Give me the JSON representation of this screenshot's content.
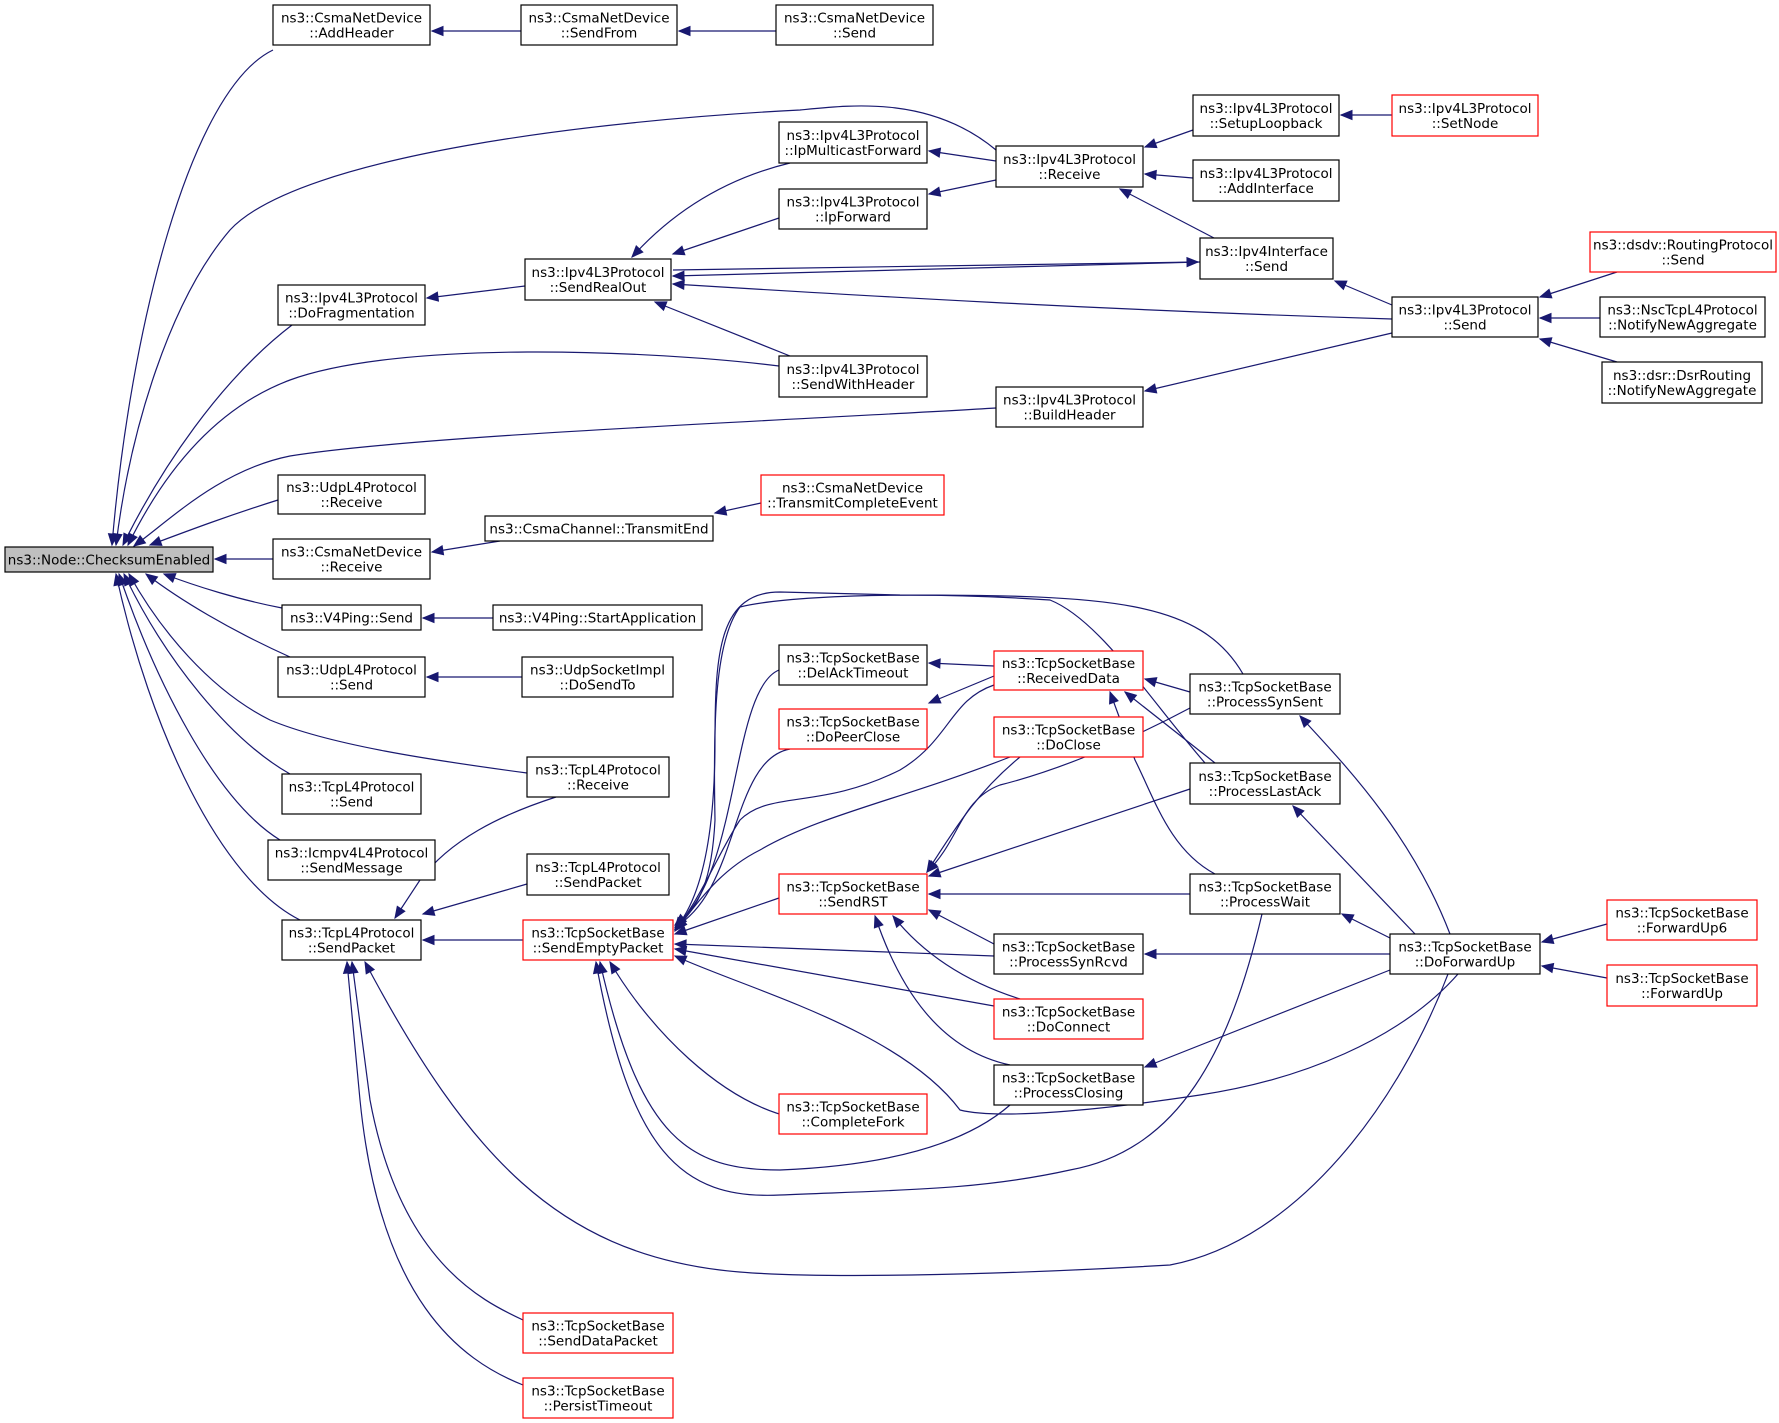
{
  "graph": {
    "nodes": [
      {
        "id": "root",
        "lines": [
          "ns3::Node::ChecksumEnabled"
        ],
        "kind": "root"
      },
      {
        "id": "csma_addheader",
        "lines": [
          "ns3::CsmaNetDevice",
          "::AddHeader"
        ],
        "kind": "normal"
      },
      {
        "id": "csma_sendfrom",
        "lines": [
          "ns3::CsmaNetDevice",
          "::SendFrom"
        ],
        "kind": "normal"
      },
      {
        "id": "csma_send",
        "lines": [
          "ns3::CsmaNetDevice",
          "::Send"
        ],
        "kind": "normal"
      },
      {
        "id": "ipv4_receive",
        "lines": [
          "ns3::Ipv4L3Protocol",
          "::Receive"
        ],
        "kind": "normal"
      },
      {
        "id": "ipv4_setuploopback",
        "lines": [
          "ns3::Ipv4L3Protocol",
          "::SetupLoopback"
        ],
        "kind": "normal"
      },
      {
        "id": "ipv4_setnode",
        "lines": [
          "ns3::Ipv4L3Protocol",
          "::SetNode"
        ],
        "kind": "truncated"
      },
      {
        "id": "ipv4_addinterface",
        "lines": [
          "ns3::Ipv4L3Protocol",
          "::AddInterface"
        ],
        "kind": "normal"
      },
      {
        "id": "ipv4_ipmulticastforward",
        "lines": [
          "ns3::Ipv4L3Protocol",
          "::IpMulticastForward"
        ],
        "kind": "normal"
      },
      {
        "id": "ipv4_ipforward",
        "lines": [
          "ns3::Ipv4L3Protocol",
          "::IpForward"
        ],
        "kind": "normal"
      },
      {
        "id": "ipv4_dofragmentation",
        "lines": [
          "ns3::Ipv4L3Protocol",
          "::DoFragmentation"
        ],
        "kind": "normal"
      },
      {
        "id": "ipv4_sendrealout",
        "lines": [
          "ns3::Ipv4L3Protocol",
          "::SendRealOut"
        ],
        "kind": "normal"
      },
      {
        "id": "ipv4if_send",
        "lines": [
          "ns3::Ipv4Interface",
          "::Send"
        ],
        "kind": "normal"
      },
      {
        "id": "ipv4_send",
        "lines": [
          "ns3::Ipv4L3Protocol",
          "::Send"
        ],
        "kind": "normal"
      },
      {
        "id": "dsdv_send",
        "lines": [
          "ns3::dsdv::RoutingProtocol",
          "::Send"
        ],
        "kind": "truncated"
      },
      {
        "id": "nsctcp_notify",
        "lines": [
          "ns3::NscTcpL4Protocol",
          "::NotifyNewAggregate"
        ],
        "kind": "normal"
      },
      {
        "id": "dsr_notify",
        "lines": [
          "ns3::dsr::DsrRouting",
          "::NotifyNewAggregate"
        ],
        "kind": "normal"
      },
      {
        "id": "ipv4_sendwithheader",
        "lines": [
          "ns3::Ipv4L3Protocol",
          "::SendWithHeader"
        ],
        "kind": "normal"
      },
      {
        "id": "ipv4_buildheader",
        "lines": [
          "ns3::Ipv4L3Protocol",
          "::BuildHeader"
        ],
        "kind": "normal"
      },
      {
        "id": "udp_receive",
        "lines": [
          "ns3::UdpL4Protocol",
          "::Receive"
        ],
        "kind": "normal"
      },
      {
        "id": "csma_receive",
        "lines": [
          "ns3::CsmaNetDevice",
          "::Receive"
        ],
        "kind": "normal"
      },
      {
        "id": "csmachan_transmitend",
        "lines": [
          "ns3::CsmaChannel::TransmitEnd"
        ],
        "kind": "normal"
      },
      {
        "id": "csma_transmitcomplete",
        "lines": [
          "ns3::CsmaNetDevice",
          "::TransmitCompleteEvent"
        ],
        "kind": "truncated"
      },
      {
        "id": "v4ping_send",
        "lines": [
          "ns3::V4Ping::Send"
        ],
        "kind": "normal"
      },
      {
        "id": "v4ping_start",
        "lines": [
          "ns3::V4Ping::StartApplication"
        ],
        "kind": "normal"
      },
      {
        "id": "udp_send",
        "lines": [
          "ns3::UdpL4Protocol",
          "::Send"
        ],
        "kind": "normal"
      },
      {
        "id": "udpsock_dosendto",
        "lines": [
          "ns3::UdpSocketImpl",
          "::DoSendTo"
        ],
        "kind": "normal"
      },
      {
        "id": "tcp_receive",
        "lines": [
          "ns3::TcpL4Protocol",
          "::Receive"
        ],
        "kind": "normal"
      },
      {
        "id": "tcp_send",
        "lines": [
          "ns3::TcpL4Protocol",
          "::Send"
        ],
        "kind": "normal"
      },
      {
        "id": "icmp_sendmessage",
        "lines": [
          "ns3::Icmpv4L4Protocol",
          "::SendMessage"
        ],
        "kind": "normal"
      },
      {
        "id": "tcp_sendpacket_right",
        "lines": [
          "ns3::TcpL4Protocol",
          "::SendPacket"
        ],
        "kind": "normal"
      },
      {
        "id": "tcp_sendpacket",
        "lines": [
          "ns3::TcpL4Protocol",
          "::SendPacket"
        ],
        "kind": "normal"
      },
      {
        "id": "tsb_sendemptypacket",
        "lines": [
          "ns3::TcpSocketBase",
          "::SendEmptyPacket"
        ],
        "kind": "truncated"
      },
      {
        "id": "tsb_delacktimeout",
        "lines": [
          "ns3::TcpSocketBase",
          "::DelAckTimeout"
        ],
        "kind": "normal"
      },
      {
        "id": "tsb_doperclose",
        "lines": [
          "ns3::TcpSocketBase",
          "::DoPeerClose"
        ],
        "kind": "truncated"
      },
      {
        "id": "tsb_receiveddata",
        "lines": [
          "ns3::TcpSocketBase",
          "::ReceivedData"
        ],
        "kind": "truncated"
      },
      {
        "id": "tsb_doclose",
        "lines": [
          "ns3::TcpSocketBase",
          "::DoClose"
        ],
        "kind": "truncated"
      },
      {
        "id": "tsb_processsynsent",
        "lines": [
          "ns3::TcpSocketBase",
          "::ProcessSynSent"
        ],
        "kind": "normal"
      },
      {
        "id": "tsb_processlastack",
        "lines": [
          "ns3::TcpSocketBase",
          "::ProcessLastAck"
        ],
        "kind": "normal"
      },
      {
        "id": "tsb_sendrst",
        "lines": [
          "ns3::TcpSocketBase",
          "::SendRST"
        ],
        "kind": "truncated"
      },
      {
        "id": "tsb_processwait",
        "lines": [
          "ns3::TcpSocketBase",
          "::ProcessWait"
        ],
        "kind": "normal"
      },
      {
        "id": "tsb_processsynrcvd",
        "lines": [
          "ns3::TcpSocketBase",
          "::ProcessSynRcvd"
        ],
        "kind": "normal"
      },
      {
        "id": "tsb_doforwardup",
        "lines": [
          "ns3::TcpSocketBase",
          "::DoForwardUp"
        ],
        "kind": "normal"
      },
      {
        "id": "tsb_forwardup6",
        "lines": [
          "ns3::TcpSocketBase",
          "::ForwardUp6"
        ],
        "kind": "truncated"
      },
      {
        "id": "tsb_forwardup",
        "lines": [
          "ns3::TcpSocketBase",
          "::ForwardUp"
        ],
        "kind": "truncated"
      },
      {
        "id": "tsb_doconnect",
        "lines": [
          "ns3::TcpSocketBase",
          "::DoConnect"
        ],
        "kind": "truncated"
      },
      {
        "id": "tsb_processclosing",
        "lines": [
          "ns3::TcpSocketBase",
          "::ProcessClosing"
        ],
        "kind": "normal"
      },
      {
        "id": "tsb_completefork",
        "lines": [
          "ns3::TcpSocketBase",
          "::CompleteFork"
        ],
        "kind": "truncated"
      },
      {
        "id": "tsb_senddatapacket",
        "lines": [
          "ns3::TcpSocketBase",
          "::SendDataPacket"
        ],
        "kind": "truncated"
      },
      {
        "id": "tsb_persisttimeout",
        "lines": [
          "ns3::TcpSocketBase",
          "::PersistTimeout"
        ],
        "kind": "truncated"
      }
    ],
    "edges": [
      {
        "from": "csma_addheader",
        "to": "root"
      },
      {
        "from": "ipv4_receive",
        "to": "root"
      },
      {
        "from": "ipv4_dofragmentation",
        "to": "root"
      },
      {
        "from": "ipv4_sendwithheader",
        "to": "root"
      },
      {
        "from": "ipv4_buildheader",
        "to": "root"
      },
      {
        "from": "udp_receive",
        "to": "root"
      },
      {
        "from": "csma_receive",
        "to": "root"
      },
      {
        "from": "v4ping_send",
        "to": "root"
      },
      {
        "from": "udp_send",
        "to": "root"
      },
      {
        "from": "tcp_receive",
        "to": "root"
      },
      {
        "from": "tcp_send",
        "to": "root"
      },
      {
        "from": "icmp_sendmessage",
        "to": "root"
      },
      {
        "from": "tcp_sendpacket",
        "to": "root"
      },
      {
        "from": "csma_sendfrom",
        "to": "csma_addheader"
      },
      {
        "from": "csma_send",
        "to": "csma_sendfrom"
      },
      {
        "from": "ipv4_setuploopback",
        "to": "ipv4_receive"
      },
      {
        "from": "ipv4_addinterface",
        "to": "ipv4_receive"
      },
      {
        "from": "ipv4if_send",
        "to": "ipv4_receive"
      },
      {
        "from": "ipv4_setnode",
        "to": "ipv4_setuploopback"
      },
      {
        "from": "ipv4_receive",
        "to": "ipv4_ipmulticastforward"
      },
      {
        "from": "ipv4_receive",
        "to": "ipv4_ipforward"
      },
      {
        "from": "ipv4_ipmulticastforward",
        "to": "ipv4_sendrealout"
      },
      {
        "from": "ipv4_ipforward",
        "to": "ipv4_sendrealout"
      },
      {
        "from": "ipv4if_send",
        "to": "ipv4_sendrealout"
      },
      {
        "from": "ipv4_send",
        "to": "ipv4_sendrealout"
      },
      {
        "from": "ipv4_sendwithheader",
        "to": "ipv4_sendrealout"
      },
      {
        "from": "ipv4_sendrealout",
        "to": "ipv4if_send"
      },
      {
        "from": "ipv4_sendrealout",
        "to": "ipv4_dofragmentation"
      },
      {
        "from": "ipv4_send",
        "to": "ipv4if_send"
      },
      {
        "from": "dsdv_send",
        "to": "ipv4_send"
      },
      {
        "from": "nsctcp_notify",
        "to": "ipv4_send"
      },
      {
        "from": "dsr_notify",
        "to": "ipv4_send"
      },
      {
        "from": "ipv4_send",
        "to": "ipv4_buildheader"
      },
      {
        "from": "csmachan_transmitend",
        "to": "csma_receive"
      },
      {
        "from": "csma_transmitcomplete",
        "to": "csmachan_transmitend"
      },
      {
        "from": "v4ping_start",
        "to": "v4ping_send"
      },
      {
        "from": "udpsock_dosendto",
        "to": "udp_send"
      },
      {
        "from": "tcp_receive",
        "to": "tcp_sendpacket"
      },
      {
        "from": "tcp_sendpacket_right",
        "to": "tcp_sendpacket"
      },
      {
        "from": "tsb_sendemptypacket",
        "to": "tcp_sendpacket"
      },
      {
        "from": "tsb_doforwardup",
        "to": "tcp_sendpacket"
      },
      {
        "from": "tsb_senddatapacket",
        "to": "tcp_sendpacket"
      },
      {
        "from": "tsb_persisttimeout",
        "to": "tcp_sendpacket"
      },
      {
        "from": "tsb_delacktimeout",
        "to": "tsb_sendemptypacket"
      },
      {
        "from": "tsb_doperclose",
        "to": "tsb_sendemptypacket"
      },
      {
        "from": "tsb_receiveddata",
        "to": "tsb_sendemptypacket"
      },
      {
        "from": "tsb_doclose",
        "to": "tsb_sendemptypacket"
      },
      {
        "from": "tsb_processsynsent",
        "to": "tsb_sendemptypacket"
      },
      {
        "from": "tsb_processlastack",
        "to": "tsb_sendemptypacket"
      },
      {
        "from": "tsb_sendrst",
        "to": "tsb_sendemptypacket"
      },
      {
        "from": "tsb_processsynrcvd",
        "to": "tsb_sendemptypacket"
      },
      {
        "from": "tsb_doconnect",
        "to": "tsb_sendemptypacket"
      },
      {
        "from": "tsb_completefork",
        "to": "tsb_sendemptypacket"
      },
      {
        "from": "tsb_processclosing",
        "to": "tsb_sendemptypacket"
      },
      {
        "from": "tsb_processwait",
        "to": "tsb_sendemptypacket"
      },
      {
        "from": "tsb_doforwardup",
        "to": "tsb_sendemptypacket"
      },
      {
        "from": "tsb_receiveddata",
        "to": "tsb_delacktimeout"
      },
      {
        "from": "tsb_receiveddata",
        "to": "tsb_doperclose"
      },
      {
        "from": "tsb_processsynsent",
        "to": "tsb_receiveddata"
      },
      {
        "from": "tsb_processlastack",
        "to": "tsb_receiveddata"
      },
      {
        "from": "tsb_processwait",
        "to": "tsb_receiveddata"
      },
      {
        "from": "tsb_doclose",
        "to": "tsb_sendrst"
      },
      {
        "from": "tsb_processsynsent",
        "to": "tsb_sendrst"
      },
      {
        "from": "tsb_processlastack",
        "to": "tsb_sendrst"
      },
      {
        "from": "tsb_processwait",
        "to": "tsb_sendrst"
      },
      {
        "from": "tsb_processsynrcvd",
        "to": "tsb_sendrst"
      },
      {
        "from": "tsb_doconnect",
        "to": "tsb_sendrst"
      },
      {
        "from": "tsb_processclosing",
        "to": "tsb_sendrst"
      },
      {
        "from": "tsb_doforwardup",
        "to": "tsb_processsynsent"
      },
      {
        "from": "tsb_doforwardup",
        "to": "tsb_processlastack"
      },
      {
        "from": "tsb_doforwardup",
        "to": "tsb_processwait"
      },
      {
        "from": "tsb_doforwardup",
        "to": "tsb_processsynrcvd"
      },
      {
        "from": "tsb_doforwardup",
        "to": "tsb_processclosing"
      },
      {
        "from": "tsb_forwardup6",
        "to": "tsb_doforwardup"
      },
      {
        "from": "tsb_forwardup",
        "to": "tsb_doforwardup"
      }
    ]
  },
  "colors": {
    "edge": "#191970",
    "root_fill": "#bfbfbf",
    "node_border": "#000000",
    "truncated_border": "#ff0000",
    "background": "#ffffff"
  }
}
